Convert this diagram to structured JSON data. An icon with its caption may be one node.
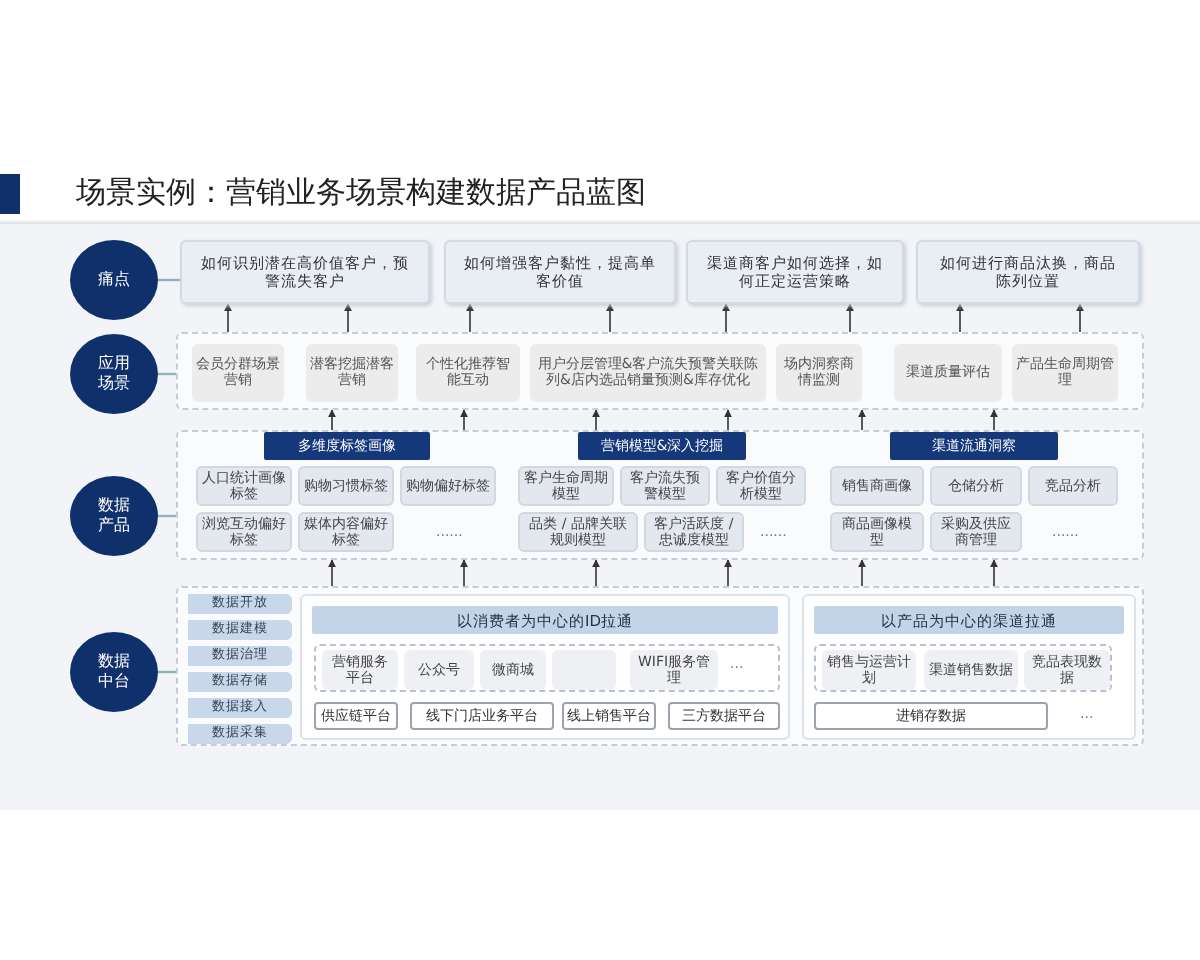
{
  "diagram": {
    "title": "场景实例：营销业务场景构建数据产品蓝图",
    "nodes": [
      {
        "text": [
          "痛点"
        ]
      },
      {
        "text": [
          "如何识别潜在高价值客户，预警流失客户"
        ]
      },
      {
        "text": [
          "如何增强客户黏性，提高单客价值"
        ]
      },
      {
        "text": [
          "渠道商客户如何选择，如何正定运营策略"
        ]
      },
      {
        "text": [
          "如何进行商品汰换，商品陈列位置"
        ]
      },
      {
        "text": [
          "应用场景"
        ]
      },
      {
        "text": [],
        "shape": "box"
      },
      {
        "text": [
          "会员分群场景营销"
        ],
        "in": 6
      },
      {
        "text": [
          "潜客挖掘潜客营销"
        ],
        "in": 6
      },
      {
        "text": [
          "个性化推荐智能互动"
        ],
        "in": 6
      },
      {
        "text": [
          "用户分层管理&客户流失预警关联陈列&店内选品销量预测&库存优化"
        ],
        "in": 6
      },
      {
        "text": [
          "场内洞察商情监测"
        ],
        "in": 6
      },
      {
        "text": [
          "渠道质量评估"
        ],
        "in": 6
      },
      {
        "text": [
          "产品生命周期管理"
        ],
        "in": 6
      },
      {
        "text": [
          "数据产品"
        ]
      },
      {
        "text": [],
        "shape": "box"
      },
      {
        "text": [
          "多维度标签画像"
        ],
        "in": 15
      },
      {
        "text": [
          "人口统计画像标签"
        ],
        "in": 15
      },
      {
        "text": [
          "购物习惯标签"
        ],
        "in": 15
      },
      {
        "text": [
          "购物偏好标签"
        ],
        "in": 15
      },
      {
        "text": [
          "浏览互动偏好标签"
        ],
        "in": 15
      },
      {
        "text": [
          "媒体内容偏好标签"
        ],
        "in": 15
      },
      {
        "text": [
          "营销模型&深入挖掘"
        ],
        "in": 15
      },
      {
        "text": [
          "客户生命周期模型"
        ],
        "in": 15
      },
      {
        "text": [
          "客户流失预警模型"
        ],
        "in": 15
      },
      {
        "text": [
          "客户价值分析模型"
        ],
        "in": 15
      },
      {
        "text": [
          "品类 / 品牌关联规则模型"
        ],
        "in": 15
      },
      {
        "text": [
          "客户活跃度 / 忠诚度模型"
        ],
        "in": 15
      },
      {
        "text": [
          "渠道流通洞察"
        ],
        "in": 15
      },
      {
        "text": [
          "销售商画像"
        ],
        "in": 15
      },
      {
        "text": [
          "仓储分析"
        ],
        "in": 15
      },
      {
        "text": [
          "竞品分析"
        ],
        "in": 15
      },
      {
        "text": [
          "商品画像模型"
        ],
        "in": 15
      },
      {
        "text": [
          "采购及供应商管理"
        ],
        "in": 15
      },
      {
        "text": [
          "数据中台"
        ]
      },
      {
        "text": [],
        "shape": "box"
      },
      {
        "text": [
          "数据开放"
        ],
        "in": 35
      },
      {
        "text": [
          "数据建模"
        ],
        "in": 35
      },
      {
        "text": [
          "数据治理"
        ],
        "in": 35
      },
      {
        "text": [
          "数据存储"
        ],
        "in": 35
      },
      {
        "text": [
          "数据接入"
        ],
        "in": 35
      },
      {
        "text": [
          "数据采集"
        ],
        "in": 35
      },
      {
        "text": [
          "以消费者为中心的ID拉通"
        ],
        "in": 35
      },
      {
        "text": [],
        "shape": "box",
        "in": 42
      },
      {
        "text": [
          "营销服务平台"
        ],
        "in": 43
      },
      {
        "text": [
          "公众号"
        ],
        "in": 43
      },
      {
        "text": [
          "微商城"
        ],
        "in": 43
      },
      {
        "text": [],
        "shape": "box",
        "in": 43
      },
      {
        "text": [
          "WIFI服务管理"
        ],
        "in": 43
      },
      {
        "text": [
          "供应链平台"
        ],
        "in": 42
      },
      {
        "text": [
          "线下门店业务平台"
        ],
        "in": 42
      },
      {
        "text": [
          "线上销售平台"
        ],
        "in": 42
      },
      {
        "text": [
          "三方数据平台"
        ],
        "in": 42
      },
      {
        "text": [
          "以产品为中心的渠道拉通"
        ],
        "in": 35
      },
      {
        "text": [],
        "shape": "box",
        "in": 53
      },
      {
        "text": [
          "销售与运营计划"
        ],
        "in": 54
      },
      {
        "text": [
          "渠道销售数据"
        ],
        "in": 54
      },
      {
        "text": [
          "竞品表现数据"
        ],
        "in": 54
      },
      {
        "text": [
          "进销存数据"
        ],
        "in": 53
      }
    ],
    "edges": [
      {
        "from": 0,
        "to": 1,
        "arrow": "none",
        "color": "#8fb4b8"
      },
      {
        "from": 5,
        "to": 6,
        "arrow": "none",
        "color": "#8fb4b8"
      },
      {
        "from": 14,
        "to": 15,
        "arrow": "none",
        "color": "#8fb4b8"
      },
      {
        "from": 34,
        "to": 35,
        "arrow": "none",
        "color": "#8fb4b8"
      },
      {
        "from": 6,
        "to": 1,
        "arrow": "to"
      },
      {
        "from": 6,
        "to": 1,
        "arrow": "to"
      },
      {
        "from": 6,
        "to": 2,
        "arrow": "to"
      },
      {
        "from": 6,
        "to": 2,
        "arrow": "to"
      },
      {
        "from": 6,
        "to": 3,
        "arrow": "to"
      },
      {
        "from": 6,
        "to": 3,
        "arrow": "to"
      },
      {
        "from": 6,
        "to": 4,
        "arrow": "to"
      },
      {
        "from": 6,
        "to": 4,
        "arrow": "to"
      },
      {
        "from": 15,
        "to": 6,
        "arrow": "to"
      },
      {
        "from": 15,
        "to": 6,
        "arrow": "to"
      },
      {
        "from": 15,
        "to": 6,
        "arrow": "to"
      },
      {
        "from": 15,
        "to": 6,
        "arrow": "to"
      },
      {
        "from": 15,
        "to": 6,
        "arrow": "to"
      },
      {
        "from": 15,
        "to": 6,
        "arrow": "to"
      },
      {
        "from": 35,
        "to": 15,
        "arrow": "to"
      },
      {
        "from": 35,
        "to": 15,
        "arrow": "to"
      },
      {
        "from": 35,
        "to": 15,
        "arrow": "to"
      },
      {
        "from": 35,
        "to": 15,
        "arrow": "to"
      },
      {
        "from": 35,
        "to": 15,
        "arrow": "to"
      },
      {
        "from": 35,
        "to": 15,
        "arrow": "to"
      }
    ],
    "labels": [
      "......",
      "......",
      "......",
      "...",
      "..."
    ]
  }
}
